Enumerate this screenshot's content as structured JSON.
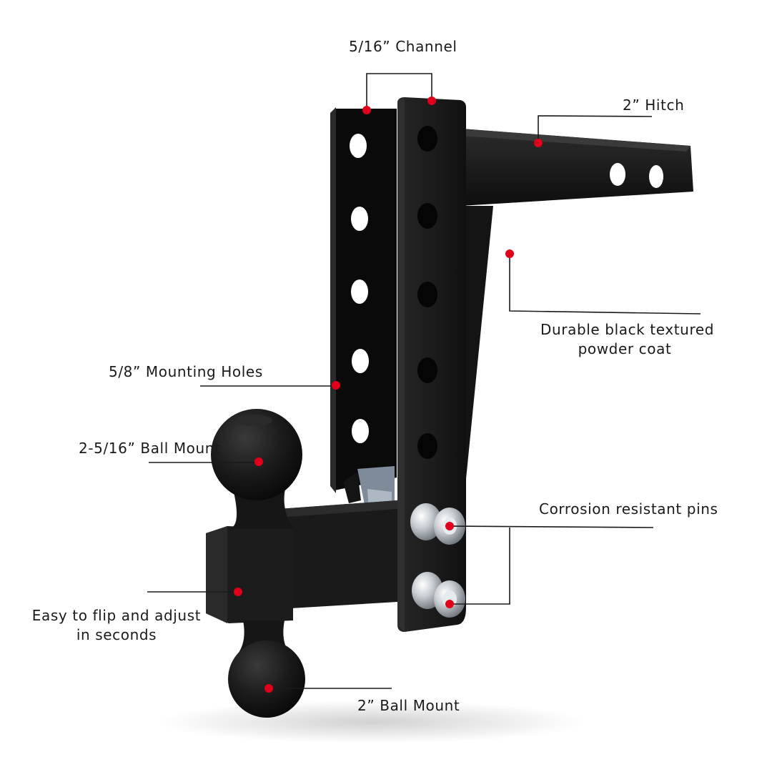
{
  "labels": {
    "channel": "5/16” Channel",
    "hitch": "2” Hitch",
    "coat_line1": "Durable black textured",
    "coat_line2": "powder coat",
    "mounting_holes": "5/8” Mounting Holes",
    "ball_mount_top": "2-5/16” Ball Mount",
    "pins": "Corrosion resistant pins",
    "flip_line1": "Easy to flip and adjust",
    "flip_line2": "in seconds",
    "ball_mount_bottom": "2” Ball  Mount"
  },
  "colors": {
    "background": "#ffffff",
    "product": "#141414",
    "callout_dot": "#e0001b",
    "callout_line": "#1a1a1a",
    "label_text": "#1a1a1a",
    "pin_metal": "#c9ced3"
  }
}
